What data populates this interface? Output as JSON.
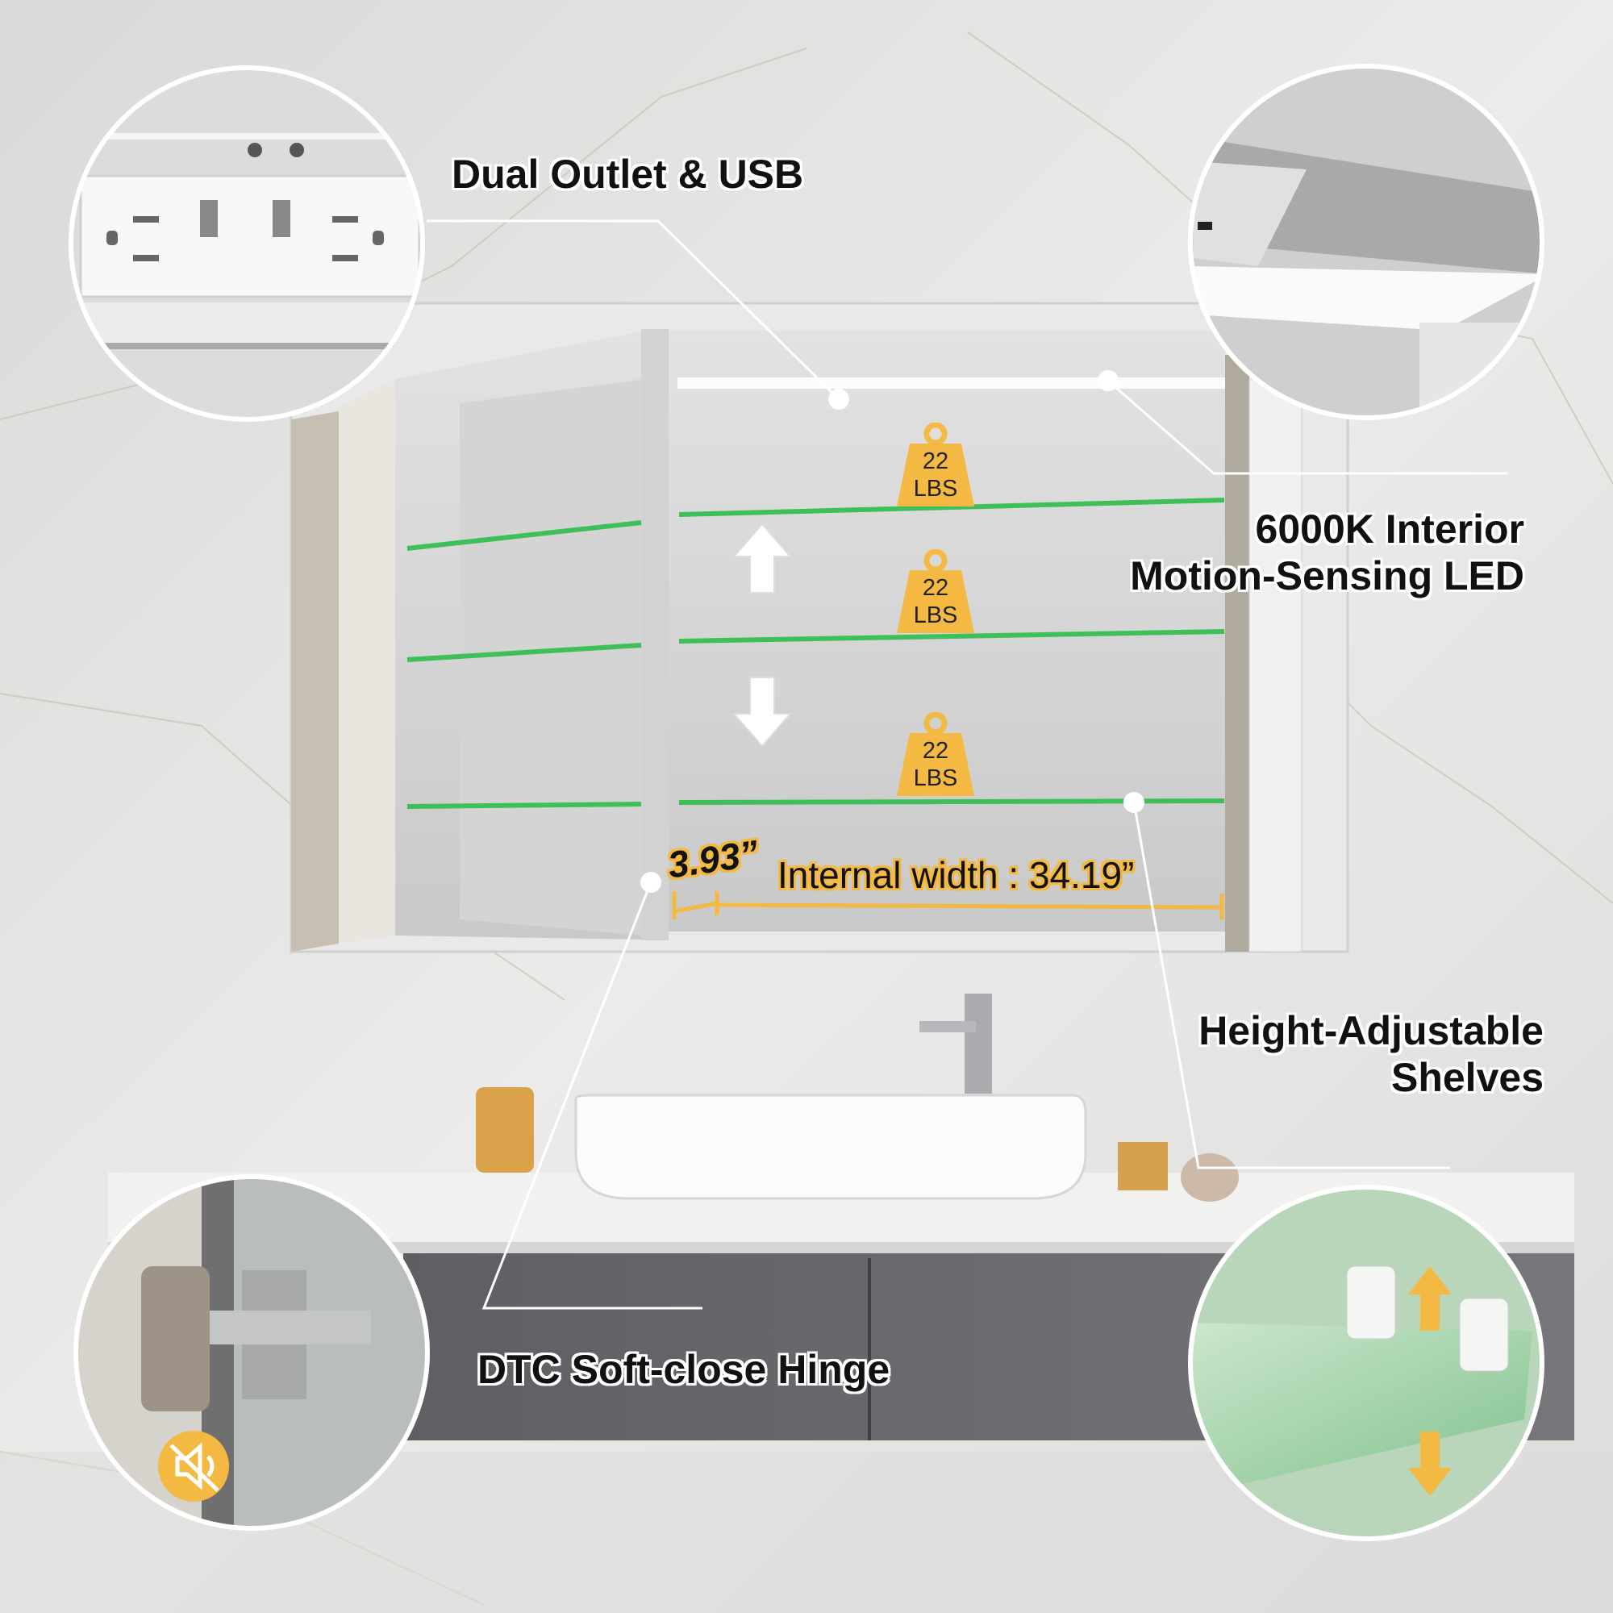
{
  "callouts": {
    "outlet": "Dual Outlet & USB",
    "led_line1": "6000K Interior",
    "led_line2": "Motion-Sensing LED",
    "shelves_line1": "Height-Adjustable",
    "shelves_line2": "Shelves",
    "hinge": "DTC Soft-close Hinge"
  },
  "dimensions": {
    "depth": "3.93”",
    "internal_width": "Internal width : 34.19”"
  },
  "shelf_badges": [
    {
      "value": "22",
      "unit": "LBS"
    },
    {
      "value": "22",
      "unit": "LBS"
    },
    {
      "value": "22",
      "unit": "LBS"
    }
  ],
  "icons": [
    "power-outlet-icon",
    "usb-port-icon",
    "arrow-up-icon",
    "arrow-down-icon",
    "weight-icon",
    "mute-icon"
  ],
  "colors": {
    "accent": "#f4b942",
    "shelf_glass": "#3fbf5a",
    "marble": "#e4e4e2"
  }
}
